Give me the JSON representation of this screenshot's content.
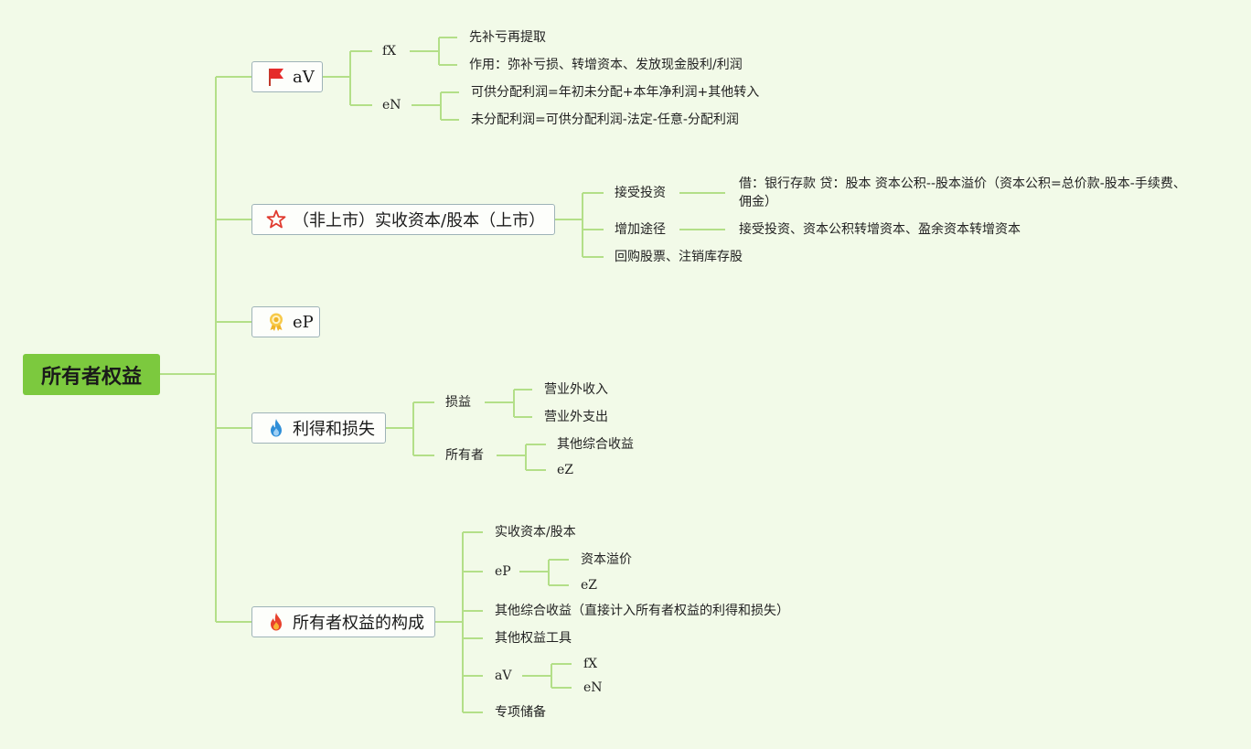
{
  "root": "所有者权益",
  "branches": {
    "b1": {
      "label": "aV",
      "icon": "red-flag-icon",
      "c1": {
        "label": "fX",
        "leaf1": "先补亏再提取",
        "leaf2": "作用：弥补亏损、转增资本、发放现金股利/利润"
      },
      "c2": {
        "label": "eN",
        "leaf1": "可供分配利润=年初未分配+本年净利润+其他转入",
        "leaf2": "未分配利润=可供分配利润-法定-任意-分配利润"
      }
    },
    "b2": {
      "label": "（非上市）实收资本/股本（上市）",
      "icon": "star-icon",
      "c1": {
        "label": "接受投资",
        "leaf": "借：银行存款 贷：股本 资本公积--股本溢价（资本公积=总价款-股本-手续费、佣金）"
      },
      "c2": {
        "label": "增加途径",
        "leaf": "接受投资、资本公积转增资本、盈余资本转增资本"
      },
      "c3": {
        "label": "回购股票、注销库存股"
      }
    },
    "b3": {
      "label": "eP",
      "icon": "award-ribbon-icon"
    },
    "b4": {
      "label": "利得和损失",
      "icon": "blue-flame-icon",
      "c1": {
        "label": "损益",
        "leaf1": "营业外收入",
        "leaf2": "营业外支出"
      },
      "c2": {
        "label": "所有者",
        "leaf1": "其他综合收益",
        "leaf2": "eZ"
      }
    },
    "b5": {
      "label": "所有者权益的构成",
      "icon": "red-flame-icon",
      "c1": {
        "label": "实收资本/股本"
      },
      "c2": {
        "label": "eP",
        "leaf1": "资本溢价",
        "leaf2": "eZ"
      },
      "c3": {
        "label": "其他综合收益（直接计入所有者权益的利得和损失）"
      },
      "c4": {
        "label": "其他权益工具"
      },
      "c5": {
        "label": "aV",
        "leaf1": "fX",
        "leaf2": "eN"
      },
      "c6": {
        "label": "专项储备"
      }
    }
  },
  "colors": {
    "background": "#f2fae8",
    "root_fill": "#7cc93e",
    "connector": "#b3df88",
    "topic_border": "#9eb3b8"
  }
}
